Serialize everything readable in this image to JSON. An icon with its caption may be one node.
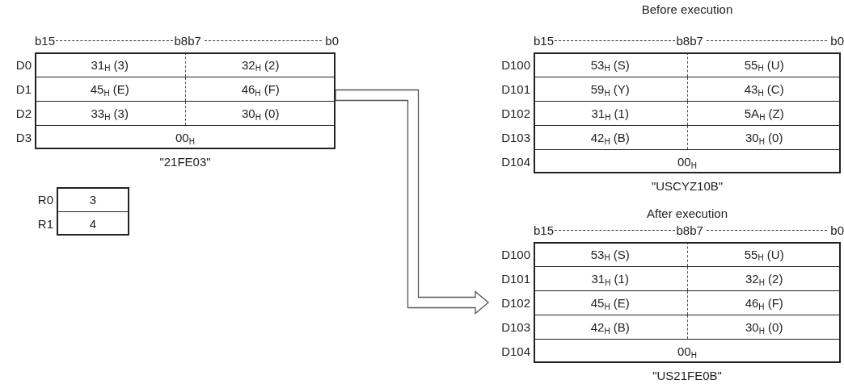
{
  "diagram": {
    "nodes": [
      {
        "text": [],
        "shape": "box",
        "beside": [
          "\"21FE03\""
        ]
      },
      {
        "text": [
          "31$_{H}$ (3)",
          "32$_{H}$ (2)"
        ],
        "in": 0,
        "beside": [
          "D0"
        ]
      },
      {
        "text": [
          "45$_{H}$ (E)",
          "46$_{H}$ (F)"
        ],
        "in": 0,
        "beside": [
          "D1"
        ]
      },
      {
        "text": [
          "33$_{H}$ (3)",
          "30$_{H}$ (0)"
        ],
        "in": 0,
        "beside": [
          "D2"
        ]
      },
      {
        "text": [
          "00$_{H}$"
        ],
        "in": 0,
        "beside": [
          "D3"
        ]
      },
      {
        "text": [],
        "shape": "box"
      },
      {
        "text": [
          "3"
        ],
        "in": 5,
        "beside": [
          "R0"
        ]
      },
      {
        "text": [
          "4"
        ],
        "in": 5,
        "beside": [
          "R1"
        ]
      },
      {
        "text": [],
        "shape": "box",
        "beside": [
          "\"USCYZ10B\""
        ]
      },
      {
        "text": [
          "53$_{H}$ (S)",
          "55$_{H}$ (U)"
        ],
        "in": 8,
        "beside": [
          "D100"
        ]
      },
      {
        "text": [
          "59$_{H}$ (Y)",
          "43$_{H}$ (C)"
        ],
        "in": 8,
        "beside": [
          "D101"
        ]
      },
      {
        "text": [
          "31$_{H}$ (1)",
          "5A$_{H}$ (Z)"
        ],
        "in": 8,
        "beside": [
          "D102"
        ]
      },
      {
        "text": [
          "42$_{H}$ (B)",
          "30$_{H}$ (0)"
        ],
        "in": 8,
        "beside": [
          "D103"
        ]
      },
      {
        "text": [
          "00$_{H}$"
        ],
        "in": 8,
        "beside": [
          "D104"
        ]
      },
      {
        "text": [],
        "shape": "box",
        "beside": [
          "\"US21FE0B\""
        ]
      },
      {
        "text": [
          "53$_{H}$ (S)",
          "55$_{H}$ (U)"
        ],
        "in": 14,
        "beside": [
          "D100"
        ]
      },
      {
        "text": [
          "31$_{H}$ (1)",
          "32$_{H}$ (2)"
        ],
        "in": 14,
        "beside": [
          "D101"
        ]
      },
      {
        "text": [
          "45$_{H}$ (E)",
          "46$_{H}$ (F)"
        ],
        "in": 14,
        "beside": [
          "D102"
        ]
      },
      {
        "text": [
          "42$_{H}$ (B)",
          "30$_{H}$ (0)"
        ],
        "in": 14,
        "beside": [
          "D103"
        ]
      },
      {
        "text": [
          "00$_{H}$"
        ],
        "in": 14,
        "beside": [
          "D104"
        ]
      }
    ],
    "edges": [
      {
        "from": 0,
        "to": 17,
        "arrow": "to",
        "style": "thick"
      }
    ],
    "labels": [
      "b15",
      "b8b7",
      "b0",
      "Before execution",
      "b15",
      "b8b7",
      "b0",
      "After execution",
      "b15",
      "b8b7",
      "b0"
    ]
  }
}
